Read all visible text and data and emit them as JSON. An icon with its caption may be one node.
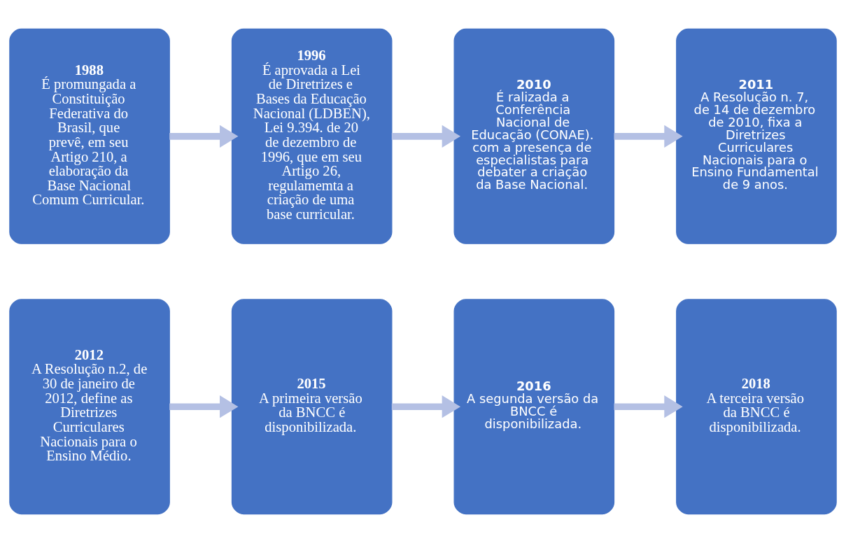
{
  "diagram": {
    "nodes": [
      {
        "text": [
          "1988",
          "É promungada a Constituição Federativa do Brasil, que prevê, em seu Artigo 210, a elaboração da Base Nacional Comum Curricular."
        ]
      },
      {
        "text": [
          "1996",
          "É aprovada a Lei de Diretrizes e Bases da Educação Nacional (LDBEN), Lei 9.394. de 20 de dezembro de 1996, que em seu Artigo 26, regulamemta a criação de uma base curricular."
        ]
      },
      {
        "text": [
          "2010",
          "É ralizada a Conferência Nacional de Educação (CONAE). com a presença de especialistas para debater a criação da Base Nacional."
        ]
      },
      {
        "text": [
          "2011",
          "A Resolução n. 7, de 14 de dezembro de 2010, fixa a Diretrizes Curriculares Nacionais para o Ensino Fundamental de 9 anos."
        ]
      },
      {
        "text": [
          "2012",
          "A Resolução n.2, de 30 de janeiro de 2012, define as Diretrizes Curriculares Nacionais para o Ensino Médio."
        ]
      },
      {
        "text": [
          "2015",
          "A primeira versão da BNCC é disponibilizada."
        ]
      },
      {
        "text": [
          "2016",
          "A segunda versão da BNCC é disponibilizada."
        ]
      },
      {
        "text": [
          "2018",
          "A terceira versão da BNCC é disponibilizada."
        ]
      }
    ],
    "edges": [
      {
        "from": 0,
        "to": 1,
        "arrow": "to"
      },
      {
        "from": 1,
        "to": 2,
        "arrow": "to"
      },
      {
        "from": 2,
        "to": 3,
        "arrow": "to"
      },
      {
        "from": 4,
        "to": 5,
        "arrow": "to"
      },
      {
        "from": 5,
        "to": 6,
        "arrow": "to"
      },
      {
        "from": 6,
        "to": 7,
        "arrow": "to"
      }
    ]
  }
}
